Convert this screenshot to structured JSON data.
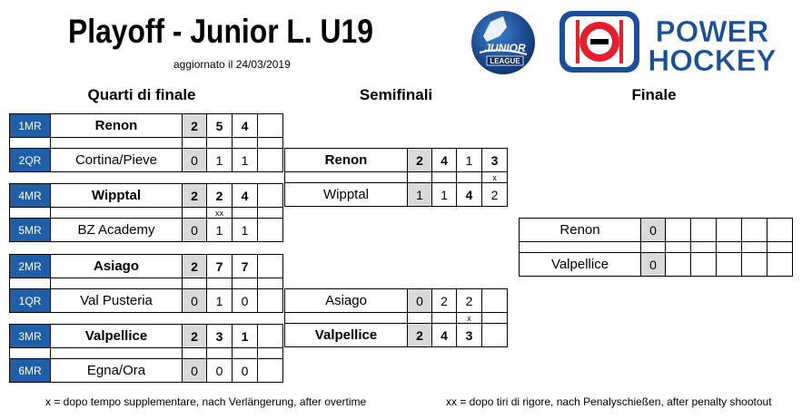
{
  "header": {
    "title": "Playoff - Junior L. U19",
    "updated": "aggiornato il 24/03/2019"
  },
  "logos": {
    "junior": {
      "line1": "JUNIOR",
      "line2": "LEAGUE"
    },
    "powerhockey": {
      "line1": "POWER",
      "line2": "HOCKEY"
    }
  },
  "rounds": {
    "quarter": "Quarti di finale",
    "semi": "Semifinali",
    "final": "Finale"
  },
  "quarterfinals": [
    {
      "teams": [
        {
          "seed": "1MR",
          "name": "Renon",
          "wins": "2",
          "games": [
            "5",
            "4",
            ""
          ],
          "winner": true
        },
        {
          "seed": "2QR",
          "name": "Cortina/Pieve",
          "wins": "0",
          "games": [
            "1",
            "1",
            ""
          ],
          "winner": false
        }
      ],
      "notes": [
        "",
        "",
        ""
      ]
    },
    {
      "teams": [
        {
          "seed": "4MR",
          "name": "Wipptal",
          "wins": "2",
          "games": [
            "2",
            "4",
            ""
          ],
          "winner": true
        },
        {
          "seed": "5MR",
          "name": "BZ Academy",
          "wins": "0",
          "games": [
            "1",
            "1",
            ""
          ],
          "winner": false
        }
      ],
      "notes": [
        "xx",
        "",
        ""
      ]
    },
    {
      "teams": [
        {
          "seed": "2MR",
          "name": "Asiago",
          "wins": "2",
          "games": [
            "7",
            "7",
            ""
          ],
          "winner": true
        },
        {
          "seed": "1QR",
          "name": "Val Pusteria",
          "wins": "0",
          "games": [
            "1",
            "0",
            ""
          ],
          "winner": false
        }
      ],
      "notes": [
        "",
        "",
        ""
      ]
    },
    {
      "teams": [
        {
          "seed": "3MR",
          "name": "Valpellice",
          "wins": "2",
          "games": [
            "3",
            "1",
            ""
          ],
          "winner": true
        },
        {
          "seed": "6MR",
          "name": "Egna/Ora",
          "wins": "0",
          "games": [
            "0",
            "0",
            ""
          ],
          "winner": false
        }
      ],
      "notes": [
        "",
        "",
        ""
      ]
    }
  ],
  "semifinals": [
    {
      "teams": [
        {
          "name": "Renon",
          "wins": "2",
          "games": [
            {
              "v": "4",
              "b": true
            },
            {
              "v": "1",
              "b": false
            },
            {
              "v": "3",
              "b": true
            }
          ],
          "winner": true
        },
        {
          "name": "Wipptal",
          "wins": "1",
          "games": [
            {
              "v": "1",
              "b": false
            },
            {
              "v": "4",
              "b": true
            },
            {
              "v": "2",
              "b": false
            }
          ],
          "winner": false
        }
      ],
      "notes": [
        "",
        "",
        "x"
      ]
    },
    {
      "teams": [
        {
          "name": "Asiago",
          "wins": "0",
          "games": [
            {
              "v": "2",
              "b": false
            },
            {
              "v": "2",
              "b": false
            },
            {
              "v": "",
              "b": false
            }
          ],
          "winner": false
        },
        {
          "name": "Valpellice",
          "wins": "2",
          "games": [
            {
              "v": "4",
              "b": true
            },
            {
              "v": "3",
              "b": true
            },
            {
              "v": "",
              "b": false
            }
          ],
          "winner": true
        }
      ],
      "notes": [
        "",
        "x",
        ""
      ]
    }
  ],
  "final": {
    "teams": [
      {
        "name": "Renon",
        "wins": "0"
      },
      {
        "name": "Valpellice",
        "wins": "0"
      }
    ]
  },
  "footnotes": {
    "overtime": "x = dopo tempo supplementare, nach Verlängerung, after overtime",
    "shootout": "xx = dopo tiri di rigore, nach Penalyschießen, after penalty shootout"
  },
  "colors": {
    "seed_bg": "#1f5fa8",
    "wins_bg": "#d9d9d9",
    "logo_blue": "#1a4f9c",
    "logo_red": "#e5202e"
  }
}
